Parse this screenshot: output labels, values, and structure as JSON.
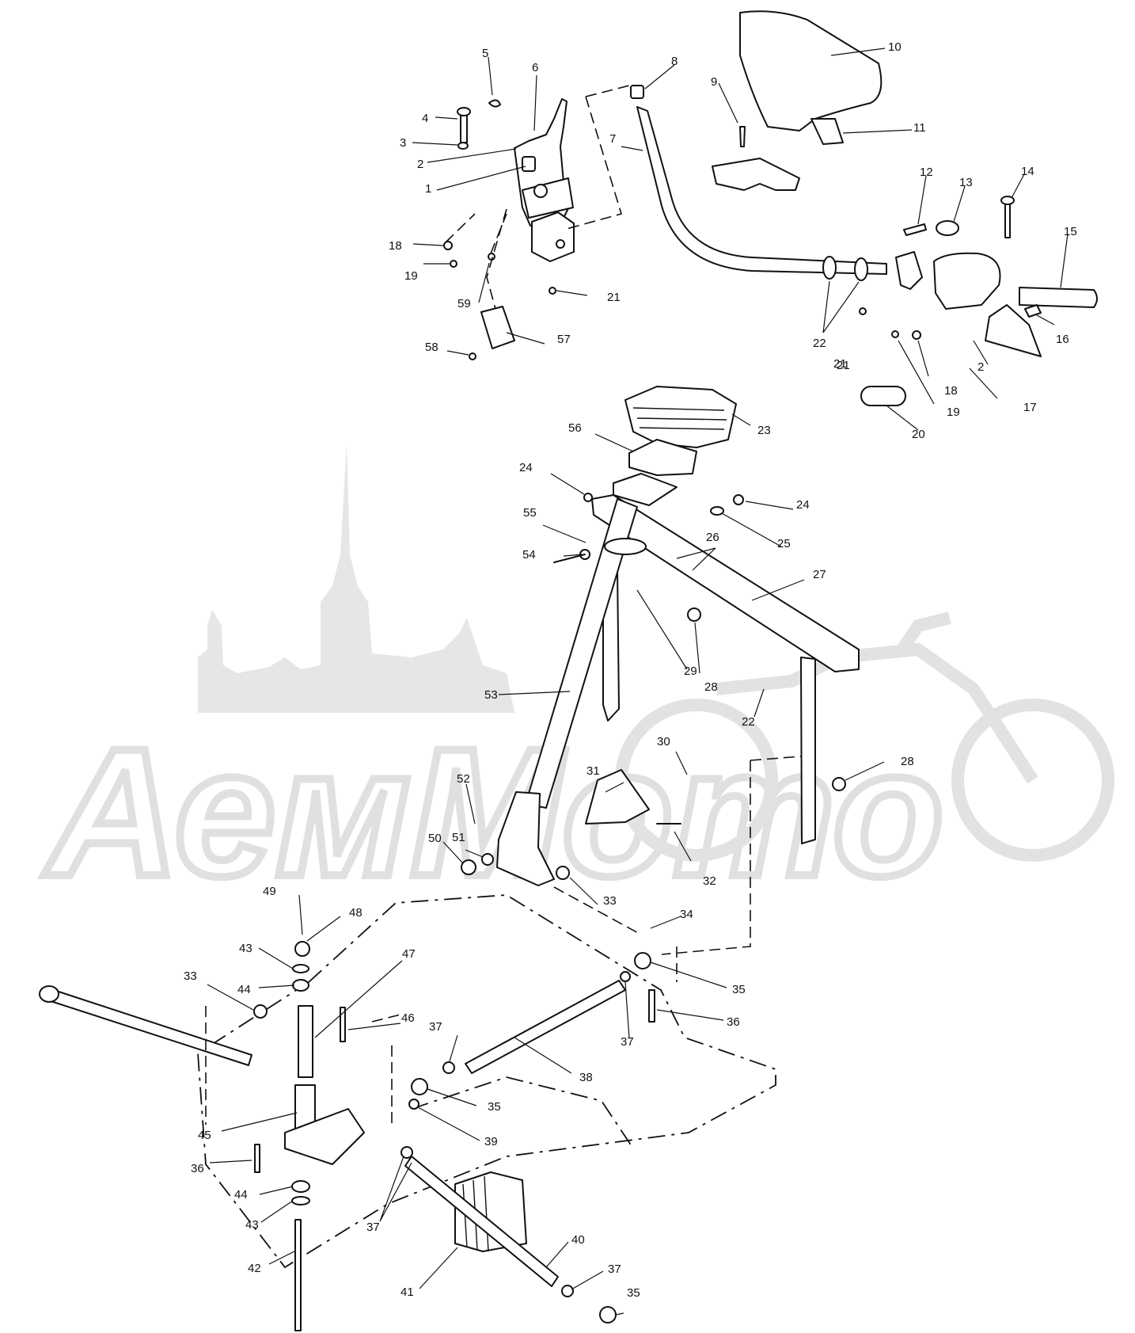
{
  "watermark": {
    "text": "АемМото"
  },
  "callouts": [
    {
      "id": "c5",
      "label": "5"
    },
    {
      "id": "c6",
      "label": "6"
    },
    {
      "id": "c4",
      "label": "4"
    },
    {
      "id": "c3",
      "label": "3"
    },
    {
      "id": "c2a",
      "label": "2"
    },
    {
      "id": "c1",
      "label": "1"
    },
    {
      "id": "c8",
      "label": "8"
    },
    {
      "id": "c10",
      "label": "10"
    },
    {
      "id": "c9",
      "label": "9"
    },
    {
      "id": "c7",
      "label": "7"
    },
    {
      "id": "c11",
      "label": "11"
    },
    {
      "id": "c12",
      "label": "12"
    },
    {
      "id": "c13",
      "label": "13"
    },
    {
      "id": "c14",
      "label": "14"
    },
    {
      "id": "c15",
      "label": "15"
    },
    {
      "id": "c18a",
      "label": "18"
    },
    {
      "id": "c19a",
      "label": "19"
    },
    {
      "id": "c59",
      "label": "59"
    },
    {
      "id": "c21a",
      "label": "21"
    },
    {
      "id": "c57",
      "label": "57"
    },
    {
      "id": "c58",
      "label": "58"
    },
    {
      "id": "c22a",
      "label": "22"
    },
    {
      "id": "c21b",
      "label": "21"
    },
    {
      "id": "c2b",
      "label": "2"
    },
    {
      "id": "c16",
      "label": "16"
    },
    {
      "id": "c18b",
      "label": "18"
    },
    {
      "id": "c21c",
      "label": "21"
    },
    {
      "id": "c19b",
      "label": "19"
    },
    {
      "id": "c17",
      "label": "17"
    },
    {
      "id": "c20",
      "label": "20"
    },
    {
      "id": "c23",
      "label": "23"
    },
    {
      "id": "c56",
      "label": "56"
    },
    {
      "id": "c24a",
      "label": "24"
    },
    {
      "id": "c24b",
      "label": "24"
    },
    {
      "id": "c55",
      "label": "55"
    },
    {
      "id": "c25",
      "label": "25"
    },
    {
      "id": "c26",
      "label": "26"
    },
    {
      "id": "c54",
      "label": "54"
    },
    {
      "id": "c27",
      "label": "27"
    },
    {
      "id": "c29",
      "label": "29"
    },
    {
      "id": "c53",
      "label": "53"
    },
    {
      "id": "c28a",
      "label": "28"
    },
    {
      "id": "c22b",
      "label": "22"
    },
    {
      "id": "c30",
      "label": "30"
    },
    {
      "id": "c28b",
      "label": "28"
    },
    {
      "id": "c31",
      "label": "31"
    },
    {
      "id": "c52",
      "label": "52"
    },
    {
      "id": "c50",
      "label": "50"
    },
    {
      "id": "c51",
      "label": "51"
    },
    {
      "id": "c32",
      "label": "32"
    },
    {
      "id": "c33a",
      "label": "33"
    },
    {
      "id": "c49",
      "label": "49"
    },
    {
      "id": "c34",
      "label": "34"
    },
    {
      "id": "c48",
      "label": "48"
    },
    {
      "id": "c43a",
      "label": "43"
    },
    {
      "id": "c47",
      "label": "47"
    },
    {
      "id": "c35a",
      "label": "35"
    },
    {
      "id": "c33b",
      "label": "33"
    },
    {
      "id": "c44a",
      "label": "44"
    },
    {
      "id": "c46",
      "label": "46"
    },
    {
      "id": "c37a",
      "label": "37"
    },
    {
      "id": "c36a",
      "label": "36"
    },
    {
      "id": "c37b",
      "label": "37"
    },
    {
      "id": "c38",
      "label": "38"
    },
    {
      "id": "c35b",
      "label": "35"
    },
    {
      "id": "c45",
      "label": "45"
    },
    {
      "id": "c39",
      "label": "39"
    },
    {
      "id": "c36b",
      "label": "36"
    },
    {
      "id": "c44b",
      "label": "44"
    },
    {
      "id": "c43b",
      "label": "43"
    },
    {
      "id": "c37c",
      "label": "37"
    },
    {
      "id": "c40",
      "label": "40"
    },
    {
      "id": "c42",
      "label": "42"
    },
    {
      "id": "c37d",
      "label": "37"
    },
    {
      "id": "c41",
      "label": "41"
    },
    {
      "id": "c35c",
      "label": "35"
    }
  ]
}
